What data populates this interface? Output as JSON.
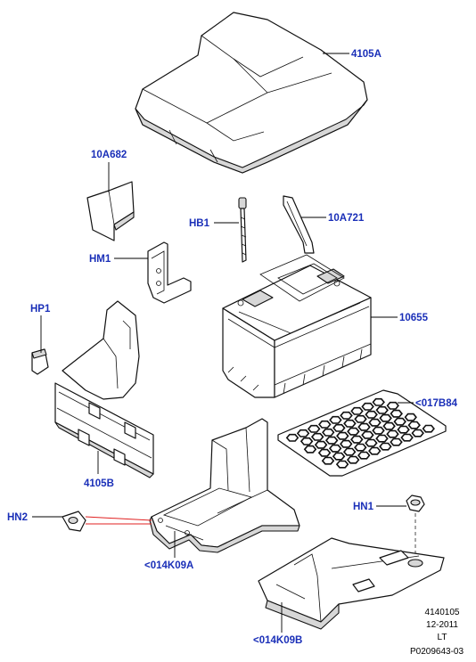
{
  "labels": {
    "cover": "4105A",
    "clip_10A682": "10A682",
    "bolt": "HB1",
    "strap": "10A721",
    "bracket_hm1": "HM1",
    "cap_hp1": "HP1",
    "battery": "10655",
    "mat": "<017B84",
    "side_cover": "4105B",
    "nut_hn2": "HN2",
    "nut_hn1": "HN1",
    "tray_upper": "<014K09A",
    "tray_lower": "<014K09B"
  },
  "reference": {
    "line1": "4140105",
    "line2": "12-2011",
    "line3": "LT",
    "line4": "P0209643-03"
  },
  "colors": {
    "label": "#1a2fb8",
    "leader": "#000000",
    "highlight_leader": "#e02020"
  }
}
